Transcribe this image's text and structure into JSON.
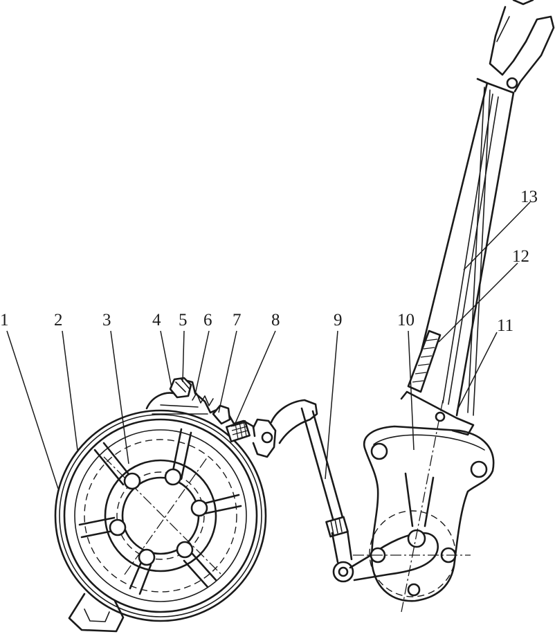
{
  "figure": {
    "callouts": [
      {
        "id": "1",
        "text": "1"
      },
      {
        "id": "2",
        "text": "2"
      },
      {
        "id": "3",
        "text": "3"
      },
      {
        "id": "4",
        "text": "4"
      },
      {
        "id": "5",
        "text": "5"
      },
      {
        "id": "6",
        "text": "6"
      },
      {
        "id": "7",
        "text": "7"
      },
      {
        "id": "8",
        "text": "8"
      },
      {
        "id": "9",
        "text": "9"
      },
      {
        "id": "10",
        "text": "10"
      },
      {
        "id": "11",
        "text": "11"
      },
      {
        "id": "12",
        "text": "12"
      },
      {
        "id": "13",
        "text": "13"
      }
    ]
  }
}
